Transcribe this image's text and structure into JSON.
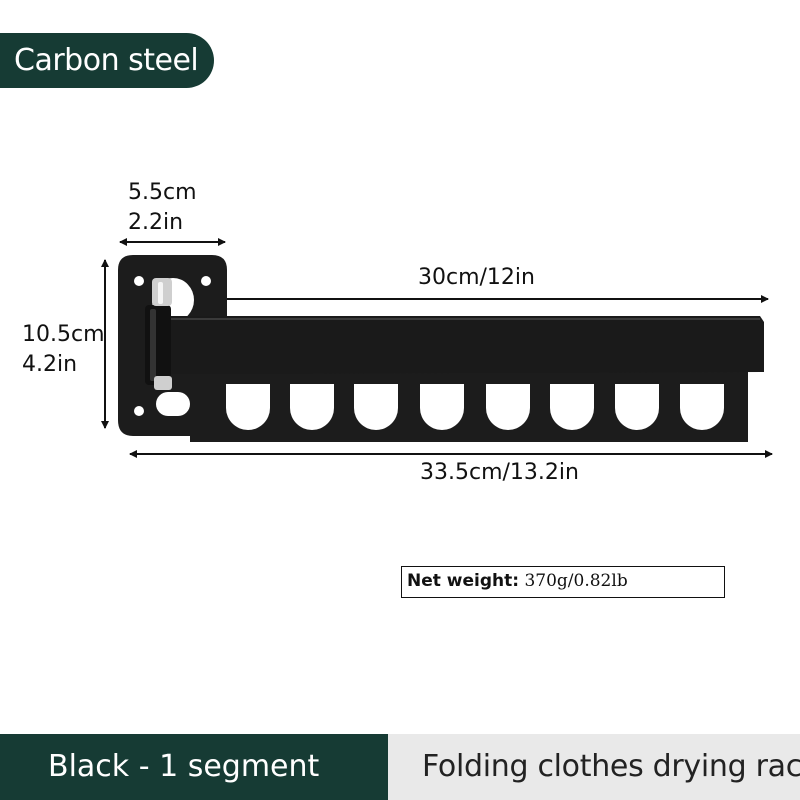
{
  "material_badge": "Carbon steel",
  "dimensions": {
    "plate_width_cm": "5.5cm",
    "plate_width_in": "2.2in",
    "plate_height_cm": "10.5cm",
    "plate_height_in": "4.2in",
    "arm_length": "30cm/12in",
    "total_length": "33.5cm/13.2in"
  },
  "net_weight": {
    "label": "Net weight:",
    "value": "370g/0.82lb"
  },
  "footer": {
    "variant": "Black - 1 segment",
    "product_name": "Folding clothes drying rack"
  },
  "colors": {
    "brand_green": "#163b34",
    "rack_black": "#1a1a1a",
    "footer_gray": "#e9e9e9"
  }
}
